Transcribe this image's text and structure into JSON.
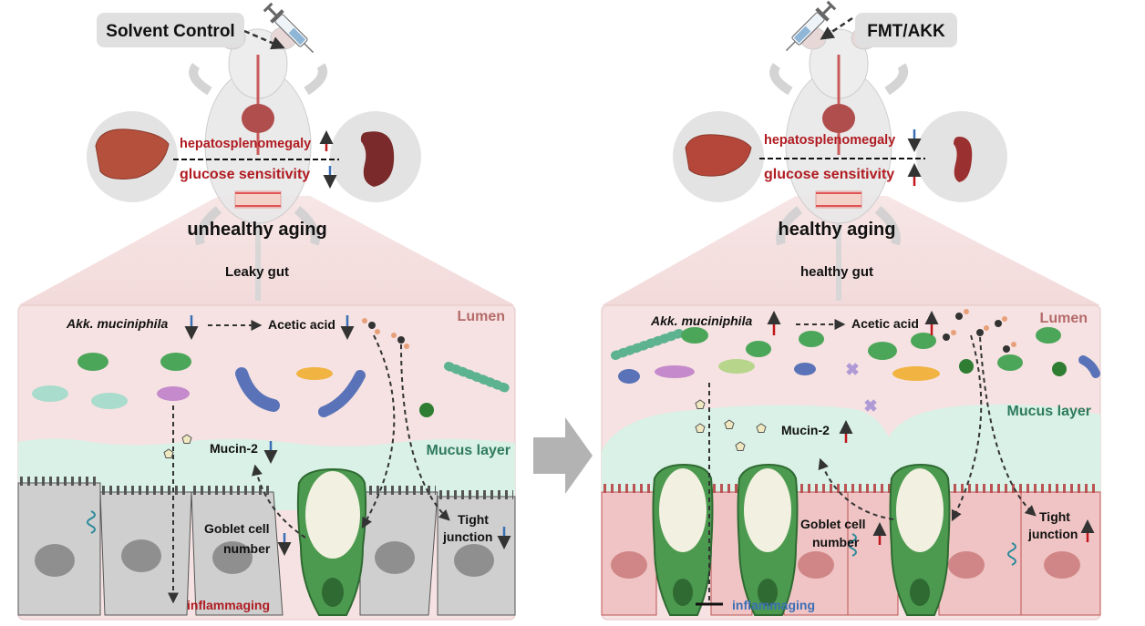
{
  "left": {
    "treatment": "Solvent Control",
    "organ_effect_1": "hepatosplenomegaly",
    "organ_effect_2": "glucose sensitivity",
    "outcome": "unhealthy aging",
    "gut_state": "Leaky gut",
    "bacteria": "Akk. muciniphila",
    "metabolite": "Acetic acid",
    "lumen": "Lumen",
    "mucus": "Mucus layer",
    "mucin": "Mucin-2",
    "goblet_line1": "Goblet cell",
    "goblet_line2": "number",
    "tight_line1": "Tight",
    "tight_line2": "junction",
    "inflammation": "inflammaging"
  },
  "right": {
    "treatment": "FMT/AKK",
    "organ_effect_1": "hepatosplenomegaly",
    "organ_effect_2": "glucose sensitivity",
    "outcome": "healthy aging",
    "gut_state": "healthy gut",
    "bacteria": "Akk. muciniphila",
    "metabolite": "Acetic acid",
    "lumen": "Lumen",
    "mucus": "Mucus layer",
    "mucin": "Mucin-2",
    "goblet_line1": "Goblet cell",
    "goblet_line2": "number",
    "tight_line1": "Tight",
    "tight_line2": "junction",
    "inflammation": "inflammaging"
  },
  "colors": {
    "up_arrow": "#c0161c",
    "down_arrow": "#3a6eb5",
    "red_text": "#b01c22",
    "blue_text": "#3a6eb5",
    "lumen_text": "#b56a6a",
    "mucus_text": "#2f7a5e",
    "panel_bg": "#f6e2e2",
    "mucus_fill": "#d9f1e6",
    "goblet_green": "#4c9a4f",
    "grey_cell": "#cfcfcf",
    "pink_cell": "#f0c4c4"
  },
  "icons": [
    "syringe-icon",
    "mouse-icon",
    "liver-icon",
    "spleen-icon",
    "bacteria-icon",
    "acetate-molecule-icon",
    "goblet-cell-icon",
    "block-arrow-icon"
  ]
}
